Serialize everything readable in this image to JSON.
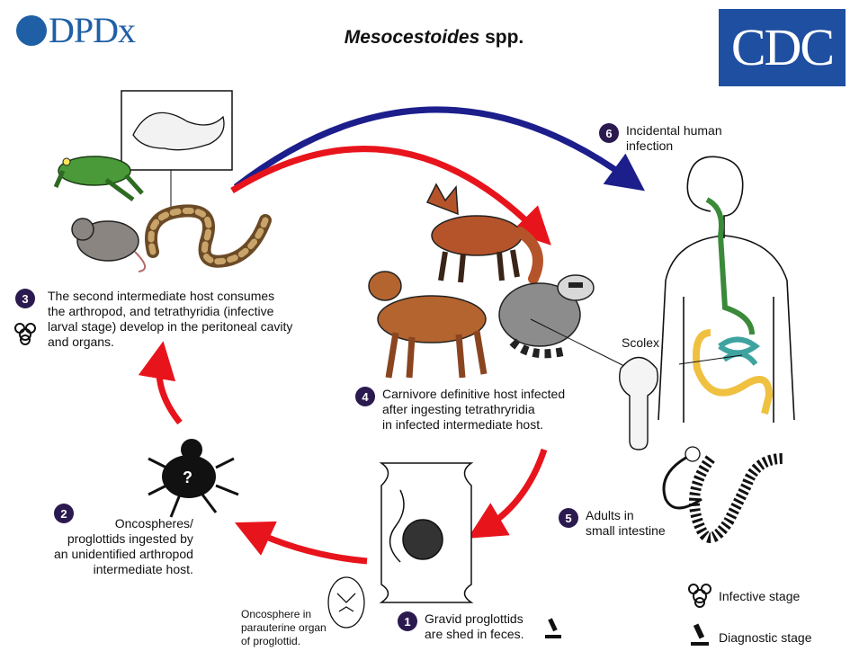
{
  "header": {
    "title_italic": "Mesocestoides",
    "title_rest": " spp.",
    "logo_left": "DPDx",
    "logo_right": "CDC"
  },
  "steps": [
    {
      "number": "1",
      "text": "Gravid proglottids\nare shed in feces."
    },
    {
      "number": "2",
      "text": "Oncospheres/\nproglottids ingested by\nan unidentified arthropod\nintermediate host."
    },
    {
      "number": "3",
      "text": "The second intermediate host consumes\nthe arthropod, and tetrathyridia (infective\nlarval stage) develop in the peritoneal cavity\nand organs."
    },
    {
      "number": "4",
      "text": "Carnivore definitive host infected\nafter ingesting tetrathryridia\nin infected intermediate host."
    },
    {
      "number": "5",
      "text": "Adults in\nsmall intestine"
    },
    {
      "number": "6",
      "text": "Incidental human\ninfection"
    }
  ],
  "labels": {
    "scolex": "Scolex",
    "oncosphere": "Oncosphere in\nparauterine organ\nof proglottid."
  },
  "legend": {
    "infective": "Infective stage",
    "diagnostic": "Diagnostic stage"
  },
  "colors": {
    "red_arrow": "#e8141c",
    "blue_arrow": "#1c1e8c",
    "step_circle": "#2b1a4f",
    "brand_blue": "#1f5fa6"
  }
}
